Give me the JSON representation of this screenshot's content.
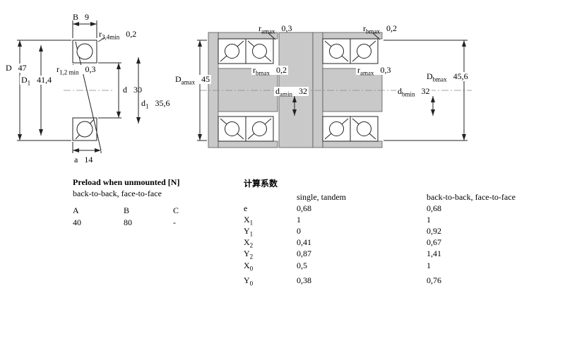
{
  "left_drawing": {
    "B": {
      "sym": "B",
      "sub": "",
      "val": "9"
    },
    "r34": {
      "sym": "r",
      "sub": "3,4min",
      "val": "0,2"
    },
    "D": {
      "sym": "D",
      "sub": "",
      "val": "47"
    },
    "r12": {
      "sym": "r",
      "sub": "1,2 min",
      "val": "0,3"
    },
    "D1": {
      "sym": "D",
      "sub": "1",
      "val": "41,4"
    },
    "d": {
      "sym": "d",
      "sub": "",
      "val": "30"
    },
    "d1": {
      "sym": "d",
      "sub": "1",
      "val": "35,6"
    },
    "a": {
      "sym": "a",
      "sub": "",
      "val": "14"
    }
  },
  "arrangement_a": {
    "r_top": {
      "sym": "r",
      "sub": "amax",
      "val": "0,3"
    },
    "r_mid": {
      "sym": "r",
      "sub": "bmax",
      "val": "0,2"
    },
    "D": {
      "sym": "D",
      "sub": "amax",
      "val": "45"
    },
    "d": {
      "sym": "d",
      "sub": "amin",
      "val": "32"
    }
  },
  "arrangement_b": {
    "r_top": {
      "sym": "r",
      "sub": "bmax",
      "val": "0,2"
    },
    "r_mid": {
      "sym": "r",
      "sub": "amax",
      "val": "0,3"
    },
    "D": {
      "sym": "D",
      "sub": "bmax",
      "val": "45,6"
    },
    "d": {
      "sym": "d",
      "sub": "bmin",
      "val": "32"
    }
  },
  "preload": {
    "title": "Preload when unmounted [N]",
    "subtitle": "back-to-back, face-to-face",
    "columns": [
      "A",
      "B",
      "C"
    ],
    "values": [
      "40",
      "80",
      "-"
    ]
  },
  "factors": {
    "title": "计算系数",
    "col1_header": "single, tandem",
    "col2_header": "back-to-back, face-to-face",
    "rows": [
      {
        "sym": "e",
        "sub": "",
        "v1": "0,68",
        "v2": "0,68"
      },
      {
        "sym": "X",
        "sub": "1",
        "v1": "1",
        "v2": "1"
      },
      {
        "sym": "Y",
        "sub": "1",
        "v1": "0",
        "v2": "0,92"
      },
      {
        "sym": "X",
        "sub": "2",
        "v1": "0,41",
        "v2": "0,67"
      },
      {
        "sym": "Y",
        "sub": "2",
        "v1": "0,87",
        "v2": "1,41"
      },
      {
        "sym": "X",
        "sub": "0",
        "v1": "0,5",
        "v2": "1"
      },
      {
        "sym": "Y",
        "sub": "0",
        "v1": "0,38",
        "v2": "0,76"
      }
    ]
  }
}
